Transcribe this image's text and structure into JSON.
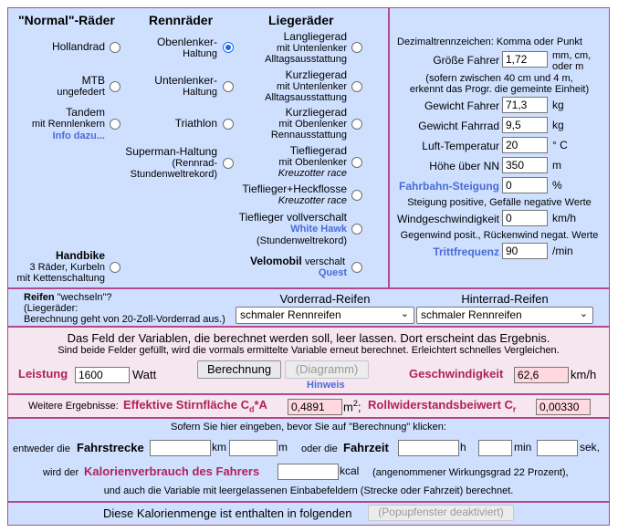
{
  "bike_types": {
    "headers": {
      "normal": "\"Normal\"-Räder",
      "racing": "Rennräder",
      "recumbent": "Liegeräder"
    },
    "normal": [
      {
        "lines": [
          "Hollandrad"
        ],
        "selected": false
      },
      {
        "lines": [
          "MTB",
          "ungefedert"
        ],
        "selected": false
      },
      {
        "lines": [
          "Tandem",
          "mit Rennlenkern",
          "Info dazu..."
        ],
        "selected": false
      },
      {
        "lines": [
          "Handbike",
          "3 Räder, Kurbeln",
          "mit Kettenschaltung"
        ],
        "selected": false
      }
    ],
    "racing": [
      {
        "lines": [
          "Obenlenker-",
          "Haltung"
        ],
        "selected": true
      },
      {
        "lines": [
          "Untenlenker-",
          "Haltung"
        ],
        "selected": false
      },
      {
        "lines": [
          "Triathlon"
        ],
        "selected": false
      },
      {
        "lines": [
          "Superman-Haltung",
          "(Rennrad-",
          "Stundenweltrekord)"
        ],
        "selected": false
      }
    ],
    "recumbent": [
      {
        "lines": [
          "Langliegerad",
          "mit Untenlenker",
          "Alltagsausstattung"
        ],
        "selected": false
      },
      {
        "lines": [
          "Kurzliegerad",
          "mit Untenlenker",
          "Alltagsausstattung"
        ],
        "selected": false
      },
      {
        "lines": [
          "Kurzliegerad",
          "mit Obenlenker",
          "Rennausstattung"
        ],
        "selected": false
      },
      {
        "lines": [
          "Tiefliegerad",
          "mit Obenlenker",
          "Kreuzotter race"
        ],
        "selected": false
      },
      {
        "lines": [
          "Tieflieger+Heckflosse",
          "Kreuzotter race"
        ],
        "selected": false
      },
      {
        "lines": [
          "Tieflieger vollverschalt",
          "White Hawk",
          "(Stundenweltrekord)"
        ],
        "selected": false
      },
      {
        "lines": [
          "Velomobil",
          "verschalt",
          "Quest"
        ],
        "selected": false
      }
    ]
  },
  "params": {
    "decimal_note": "Dezimaltrennzeichen: Komma oder Punkt",
    "height_label": "Größe Fahrer",
    "height_value": "1,72",
    "height_units": "mm, cm,",
    "height_units2": "oder m",
    "height_note1": "(sofern zwischen 40 cm und 4 m,",
    "height_note2": "erkennt das Progr. die gemeinte Einheit)",
    "weight_rider_label": "Gewicht Fahrer",
    "weight_rider_value": "71,3",
    "weight_rider_unit": "kg",
    "weight_bike_label": "Gewicht Fahrrad",
    "weight_bike_value": "9,5",
    "weight_bike_unit": "kg",
    "temp_label": "Luft-Temperatur",
    "temp_value": "20",
    "temp_unit": "° C",
    "altitude_label": "Höhe über NN",
    "altitude_value": "350",
    "altitude_unit": "m",
    "slope_label": "Fahrbahn-Steigung",
    "slope_value": "0",
    "slope_unit": "%",
    "slope_note": "Steigung positive, Gefälle negative Werte",
    "wind_label": "Windgeschwindigkeit",
    "wind_value": "0",
    "wind_unit": "km/h",
    "wind_note": "Gegenwind posit., Rückenwind negat. Werte",
    "cadence_label": "Trittfrequenz",
    "cadence_value": "90",
    "cadence_unit": "/min"
  },
  "tires": {
    "label_bold": "Reifen",
    "label_rest": "\"wechseln\"?",
    "note1": "(Liegeräder:",
    "note2": "Berechnung geht von 20-Zoll-Vorderrad aus.)",
    "front_header": "Vorderrad-Reifen",
    "rear_header": "Hinterrad-Reifen",
    "front_value": "schmaler Rennreifen",
    "rear_value": "schmaler Rennreifen"
  },
  "calc": {
    "instruction": "Das Feld der Variablen, die berechnet werden soll, leer lassen. Dort erscheint das Ergebnis.",
    "instruction2": "Sind beide Felder gefüllt, wird die vormals ermittelte Variable erneut berechnet. Erleichtert schnelles Vergleichen.",
    "power_label": "Leistung",
    "power_value": "1600",
    "power_unit": "Watt",
    "calc_button": "Berechnung",
    "diagram_button": "(Diagramm)",
    "hint_link": "Hinweis",
    "speed_label": "Geschwindigkeit",
    "speed_value": "62,6",
    "speed_unit": "km/h"
  },
  "extra": {
    "prefix": "Weitere Ergebnisse:",
    "area_label": "Effektive Stirnfläche C",
    "area_sub": "d",
    "area_suffix": "*A",
    "area_value": "0,4891",
    "area_unit": "m",
    "area_unit_sup": "2",
    "roll_label": "Rollwiderstandsbeiwert C",
    "roll_sub": "r",
    "roll_value": "0,00330"
  },
  "distance": {
    "intro": "Sofern Sie hier eingeben, bevor Sie auf \"Berechnung\" klicken:",
    "either": "entweder die",
    "distance_label": "Fahrstrecke",
    "km": "km",
    "m": "m",
    "or": "oder die",
    "time_label": "Fahrzeit",
    "h": "h",
    "min": "min",
    "sek": "sek,",
    "will": "wird der",
    "calorie_label": "Kalorienverbrauch des Fahrers",
    "kcal": "kcal",
    "efficiency_note": "(angenommener Wirkungsgrad 22 Prozent),",
    "note_bottom": "und auch die Variable mit leergelassenen Einbabefeldern (Strecke oder Fahrzeit) berechnet."
  },
  "bottom": {
    "text": "Diese Kalorienmenge ist enthalten in folgenden",
    "popup_button": "(Popupfenster deaktiviert)"
  }
}
